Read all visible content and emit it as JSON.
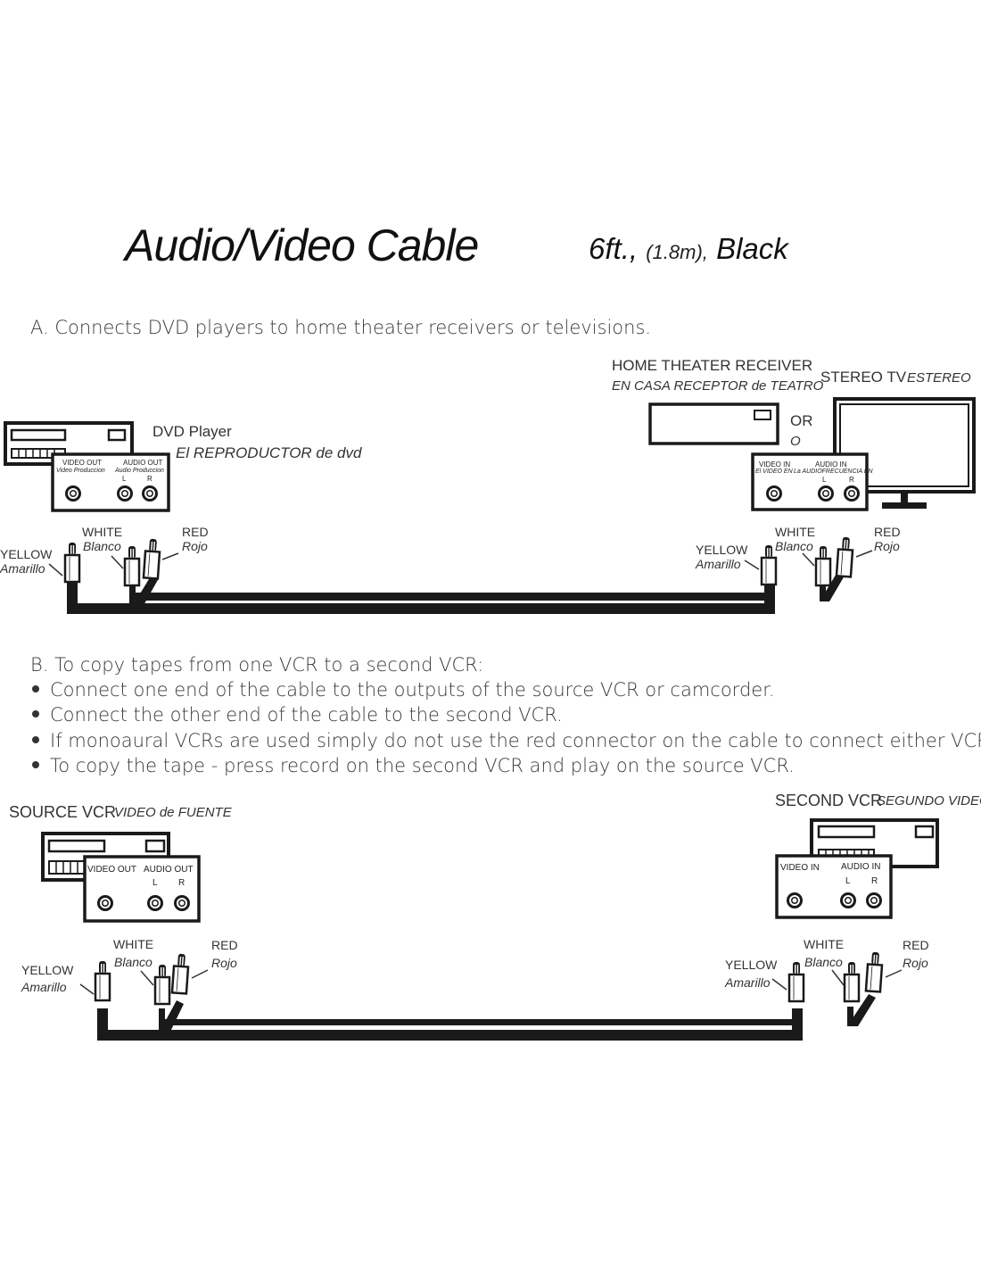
{
  "header": {
    "title": "Audio/Video Cable",
    "spec_length": "6ft.,",
    "spec_metric": "(1.8m),",
    "spec_color": "Black"
  },
  "section_a": {
    "heading": "A. Connects DVD players to home theater receivers or televisions.",
    "source_device": {
      "name": "DVD Player",
      "name_es": "El REPRODUCTOR de dvd",
      "panel": {
        "video_label": "VIDEO OUT",
        "video_label_es": "Video Produccion",
        "audio_label": "AUDIO OUT",
        "audio_label_es": "Audio Produccion",
        "left": "L",
        "right": "R"
      }
    },
    "dest_device_1": {
      "name": "HOME THEATER RECEIVER",
      "name_es": "EN CASA RECEPTOR de TEATRO"
    },
    "or_label": "OR",
    "or_label_es": "O",
    "dest_device_2": {
      "name": "STEREO TV",
      "name_es": "ESTEREO",
      "panel": {
        "video_label": "VIDEO IN",
        "video_label_es": "El VIDEO EN",
        "audio_label": "AUDIO IN",
        "audio_label_es": "La AUDIOFRECUENCIA EN",
        "left": "L",
        "right": "R"
      }
    },
    "connectors": {
      "yellow": "YELLOW",
      "yellow_es": "Amarillo",
      "white": "WHITE",
      "white_es": "Blanco",
      "red": "RED",
      "red_es": "Rojo"
    }
  },
  "section_b": {
    "heading": "B. To copy tapes from one VCR to a second VCR:",
    "bullets": [
      "Connect one end of the cable to the outputs of the source VCR or camcorder.",
      "Connect the other end of the cable to the second VCR.",
      "If monoaural VCRs are used simply do not use the red connector on the cable to connect either VCR.",
      "To copy the tape - press record on the second VCR and play on the source VCR."
    ],
    "source_device": {
      "name": "SOURCE VCR",
      "name_es": "VIDEO de FUENTE",
      "panel": {
        "video_label": "VIDEO OUT",
        "audio_label": "AUDIO OUT",
        "left": "L",
        "right": "R"
      }
    },
    "dest_device": {
      "name": "SECOND VCR",
      "name_es": "SEGUNDO VIDEO",
      "panel": {
        "video_label": "VIDEO IN",
        "audio_label": "AUDIO IN",
        "left": "L",
        "right": "R"
      }
    },
    "connectors": {
      "yellow": "YELLOW",
      "yellow_es": "Amarillo",
      "white": "WHITE",
      "white_es": "Blanco",
      "red": "RED",
      "red_es": "Rojo"
    }
  }
}
